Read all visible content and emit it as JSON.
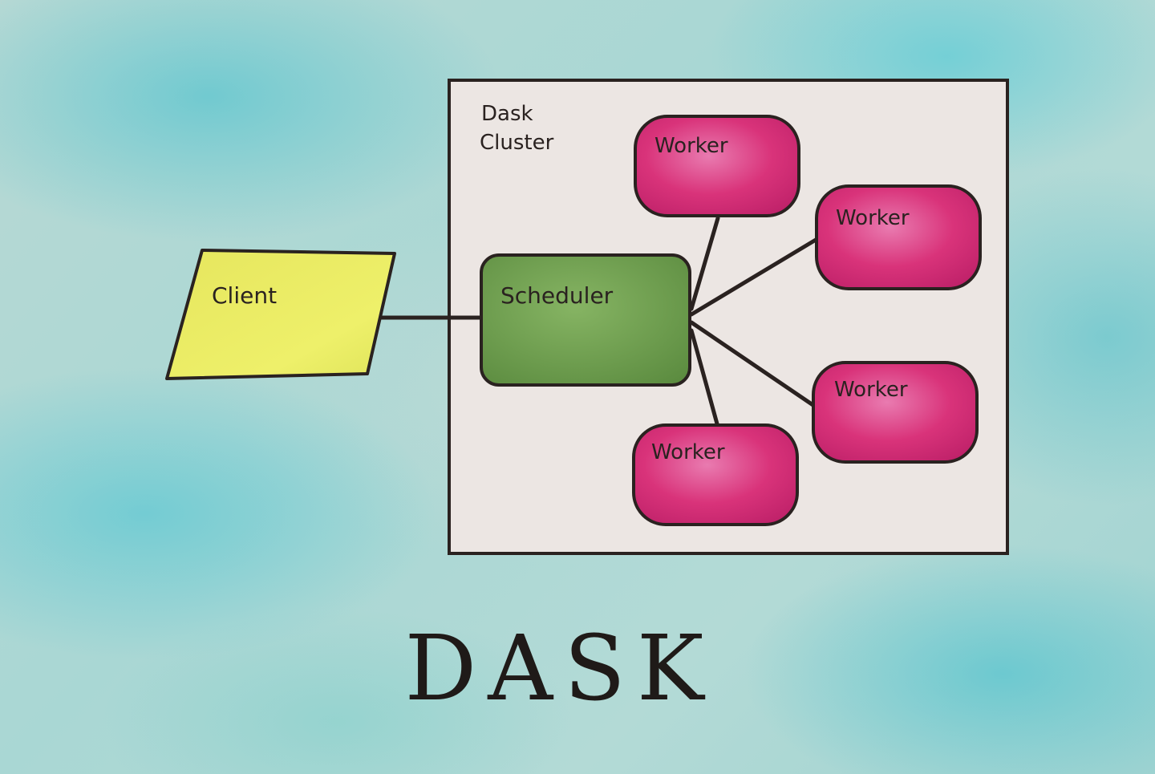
{
  "diagram": {
    "title": "DASK",
    "cluster": {
      "label_line1": "Dask",
      "label_line2": "Cluster"
    },
    "client": {
      "label": "Client"
    },
    "scheduler": {
      "label": "Scheduler"
    },
    "workers": [
      {
        "label": "Worker"
      },
      {
        "label": "Worker"
      },
      {
        "label": "Worker"
      },
      {
        "label": "Worker"
      }
    ],
    "colors": {
      "client_fill": "#e3e45a",
      "scheduler_fill": "#6f9e4e",
      "worker_fill": "#d9337a",
      "cluster_fill": "#ece6e3",
      "ink": "#2a2220",
      "background": "#a9d7d4"
    }
  }
}
